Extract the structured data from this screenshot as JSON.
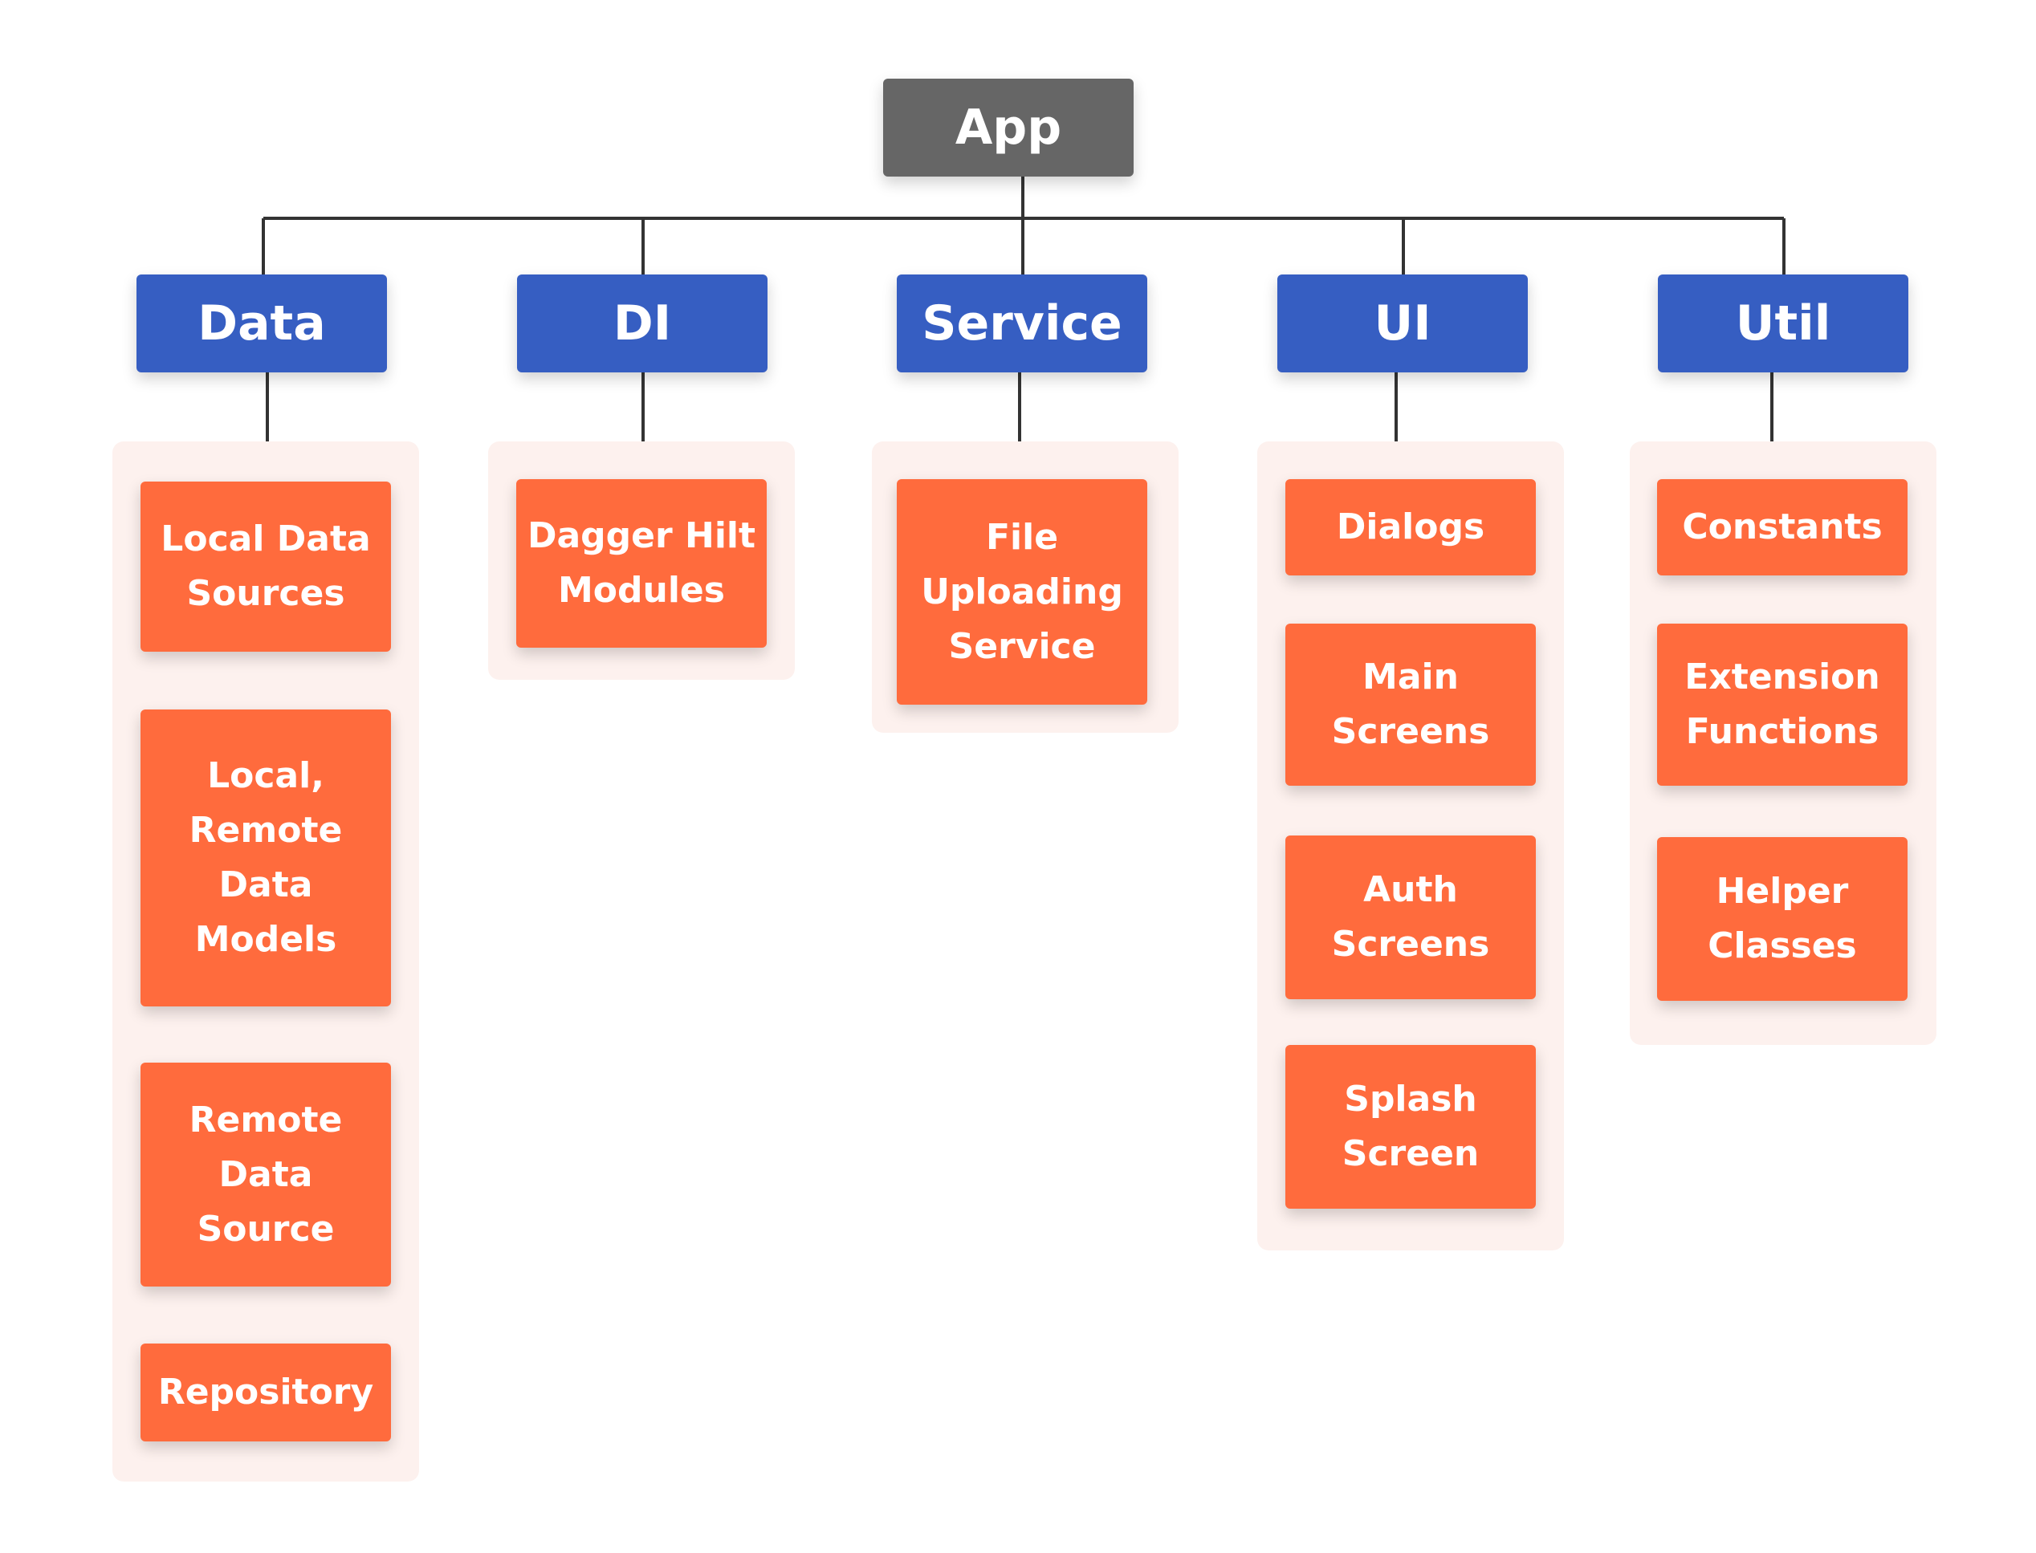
{
  "root": {
    "label": "App"
  },
  "categories": [
    {
      "label": "Data",
      "items": [
        "Local Data\nSources",
        "Local,\nRemote\nData\nModels",
        "Remote\nData\nSource",
        "Repository"
      ]
    },
    {
      "label": "DI",
      "items": [
        "Dagger Hilt\nModules"
      ]
    },
    {
      "label": "Service",
      "items": [
        "File\nUploading\nService"
      ]
    },
    {
      "label": "UI",
      "items": [
        "Dialogs",
        "Main\nScreens",
        "Auth\nScreens",
        "Splash\nScreen"
      ]
    },
    {
      "label": "Util",
      "items": [
        "Constants",
        "Extension\nFunctions",
        "Helper\nClasses"
      ]
    }
  ],
  "colors": {
    "root": "#666666",
    "category": "#365ec2",
    "leaf": "#ff6b3d",
    "panel": "#fdf1ee",
    "connector": "#333333"
  }
}
